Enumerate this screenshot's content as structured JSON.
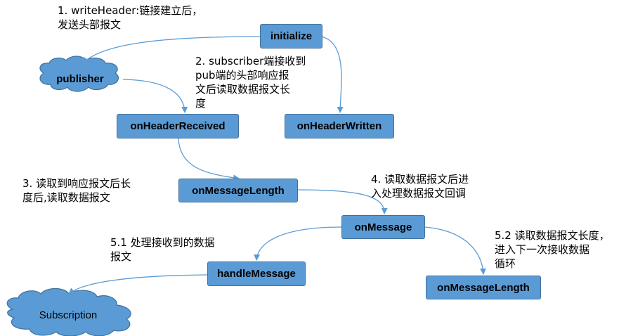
{
  "nodes": {
    "initialize": "initialize",
    "publisher": "publisher",
    "on_header_received": "onHeaderReceived",
    "on_header_written": "onHeaderWritten",
    "on_message_length_1": "onMessageLength",
    "on_message": "onMessage",
    "handle_message": "handleMessage",
    "on_message_length_2": "onMessageLength",
    "subscription": "Subscription"
  },
  "notes": {
    "step1": "1.  writeHeader:链接建立后，\n发送头部报文",
    "step2": "2. subscriber端接收到\npub端的头部响应报\n文后读取数据报文长\n度",
    "step3": "3. 读取到响应报文后长\n度后,读取数据报文",
    "step4": "4. 读取数据报文后进\n入处理数据报文回调",
    "step5_1": "5.1 处理接收到的数据\n报文",
    "step5_2": "5.2 读取数据报文长度，\n进入下一次接收数据\n循环"
  },
  "colors": {
    "node_fill": "#5b9bd5",
    "node_border": "#41719c",
    "arrow": "#5b9bd5"
  }
}
